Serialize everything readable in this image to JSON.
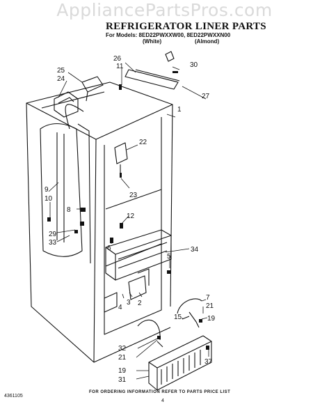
{
  "watermark": "AppliancePartsPros.com",
  "header": {
    "title": "REFRIGERATOR LINER PARTS",
    "models": "For Models: 8ED22PWXXW00, 8ED22PWXXN00",
    "color_white": "(White)",
    "color_almond": "(Almond)"
  },
  "footer": {
    "note": "FOR ORDERING INFORMATION REFER TO PARTS PRICE LIST",
    "doc_number": "4361105",
    "page_number": "4"
  },
  "callouts": {
    "c1": "1",
    "c2": "2",
    "c3": "3",
    "c4": "4",
    "c5": "5",
    "c6": "6",
    "c7": "7",
    "c8": "8",
    "c9": "9",
    "c10": "10",
    "c11": "11",
    "c12": "12",
    "c15": "15",
    "c19a": "19",
    "c19b": "19",
    "c21a": "21",
    "c21b": "21",
    "c22": "22",
    "c23": "23",
    "c24": "24",
    "c25": "25",
    "c26": "26",
    "c27": "27",
    "c29": "29",
    "c30": "30",
    "c31": "31",
    "c32": "32",
    "c33": "33",
    "c34": "34",
    "c37": "37"
  }
}
